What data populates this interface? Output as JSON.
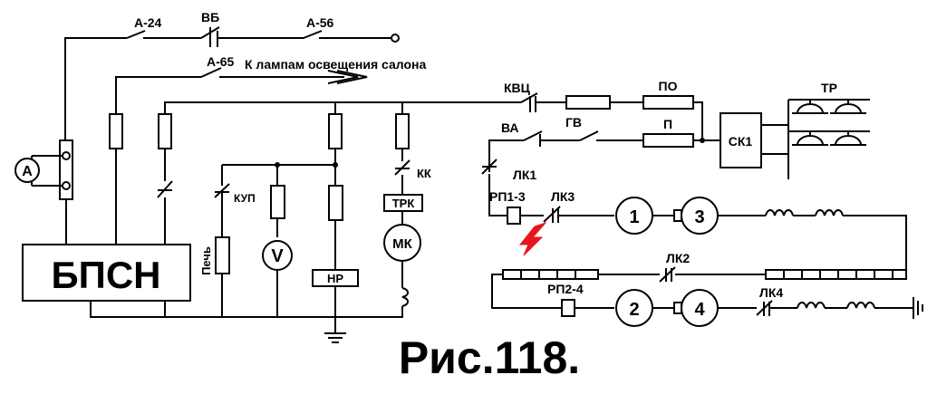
{
  "labels": {
    "a24": "А-24",
    "vb": "ВБ",
    "a56": "А-56",
    "a65": "А-65",
    "to_lamps": "К лампам освещения салона",
    "ammeter": "A",
    "bpsn": "БПСН",
    "pech": "Печь",
    "kup": "КУП",
    "voltmeter": "V",
    "hp": "НР",
    "kk": "КК",
    "trk": "ТРК",
    "mk": "МК",
    "kvc": "КВЦ",
    "po": "ПО",
    "va": "ВА",
    "gv": "ГВ",
    "p": "П",
    "sk1": "СК1",
    "tr": "ТР",
    "lk1": "ЛК1",
    "rp13": "РП1-3",
    "lk3": "ЛК3",
    "m1": "1",
    "m3": "3",
    "lk2": "ЛК2",
    "rp24": "РП2-4",
    "m2": "2",
    "m4": "4",
    "lk4": "ЛК4"
  },
  "caption": "Рис.118.",
  "colors": {
    "line": "#000000",
    "spark": "#e8161a"
  }
}
